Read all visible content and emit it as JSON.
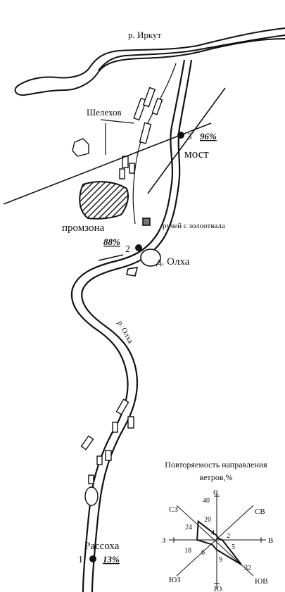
{
  "labels": {
    "river_irkut": "р. Иркут",
    "shelekhov": "Шелехов",
    "promzona": "промзона",
    "most": "мост",
    "ruchei": "ручей с золоотвала",
    "olkha_village": "д. Олха",
    "river_olkha": "р. Олха",
    "rassokha": "Рассоха"
  },
  "points": [
    {
      "number": "1",
      "percent": "13%"
    },
    {
      "number": "2",
      "percent": "88%"
    },
    {
      "number": "3",
      "percent": "96%"
    }
  ],
  "wind_rose": {
    "title_line1": "Повторяемость направления",
    "title_line2": "ветров,%",
    "directions": {
      "n": "С",
      "ne": "СВ",
      "e": "В",
      "se": "ЮВ",
      "s": "Ю",
      "sw": "ЮЗ",
      "w": "З",
      "nw": "СЗ"
    },
    "scale_ticks": [
      "40",
      "20"
    ],
    "values": {
      "n": 4,
      "ne": 2,
      "e": 5,
      "se": 32,
      "s": 9,
      "sw": 6,
      "w": 18,
      "nw": 24
    }
  },
  "colors": {
    "ink": "#111111",
    "water": "#ffffff",
    "hatch": "#222222"
  }
}
